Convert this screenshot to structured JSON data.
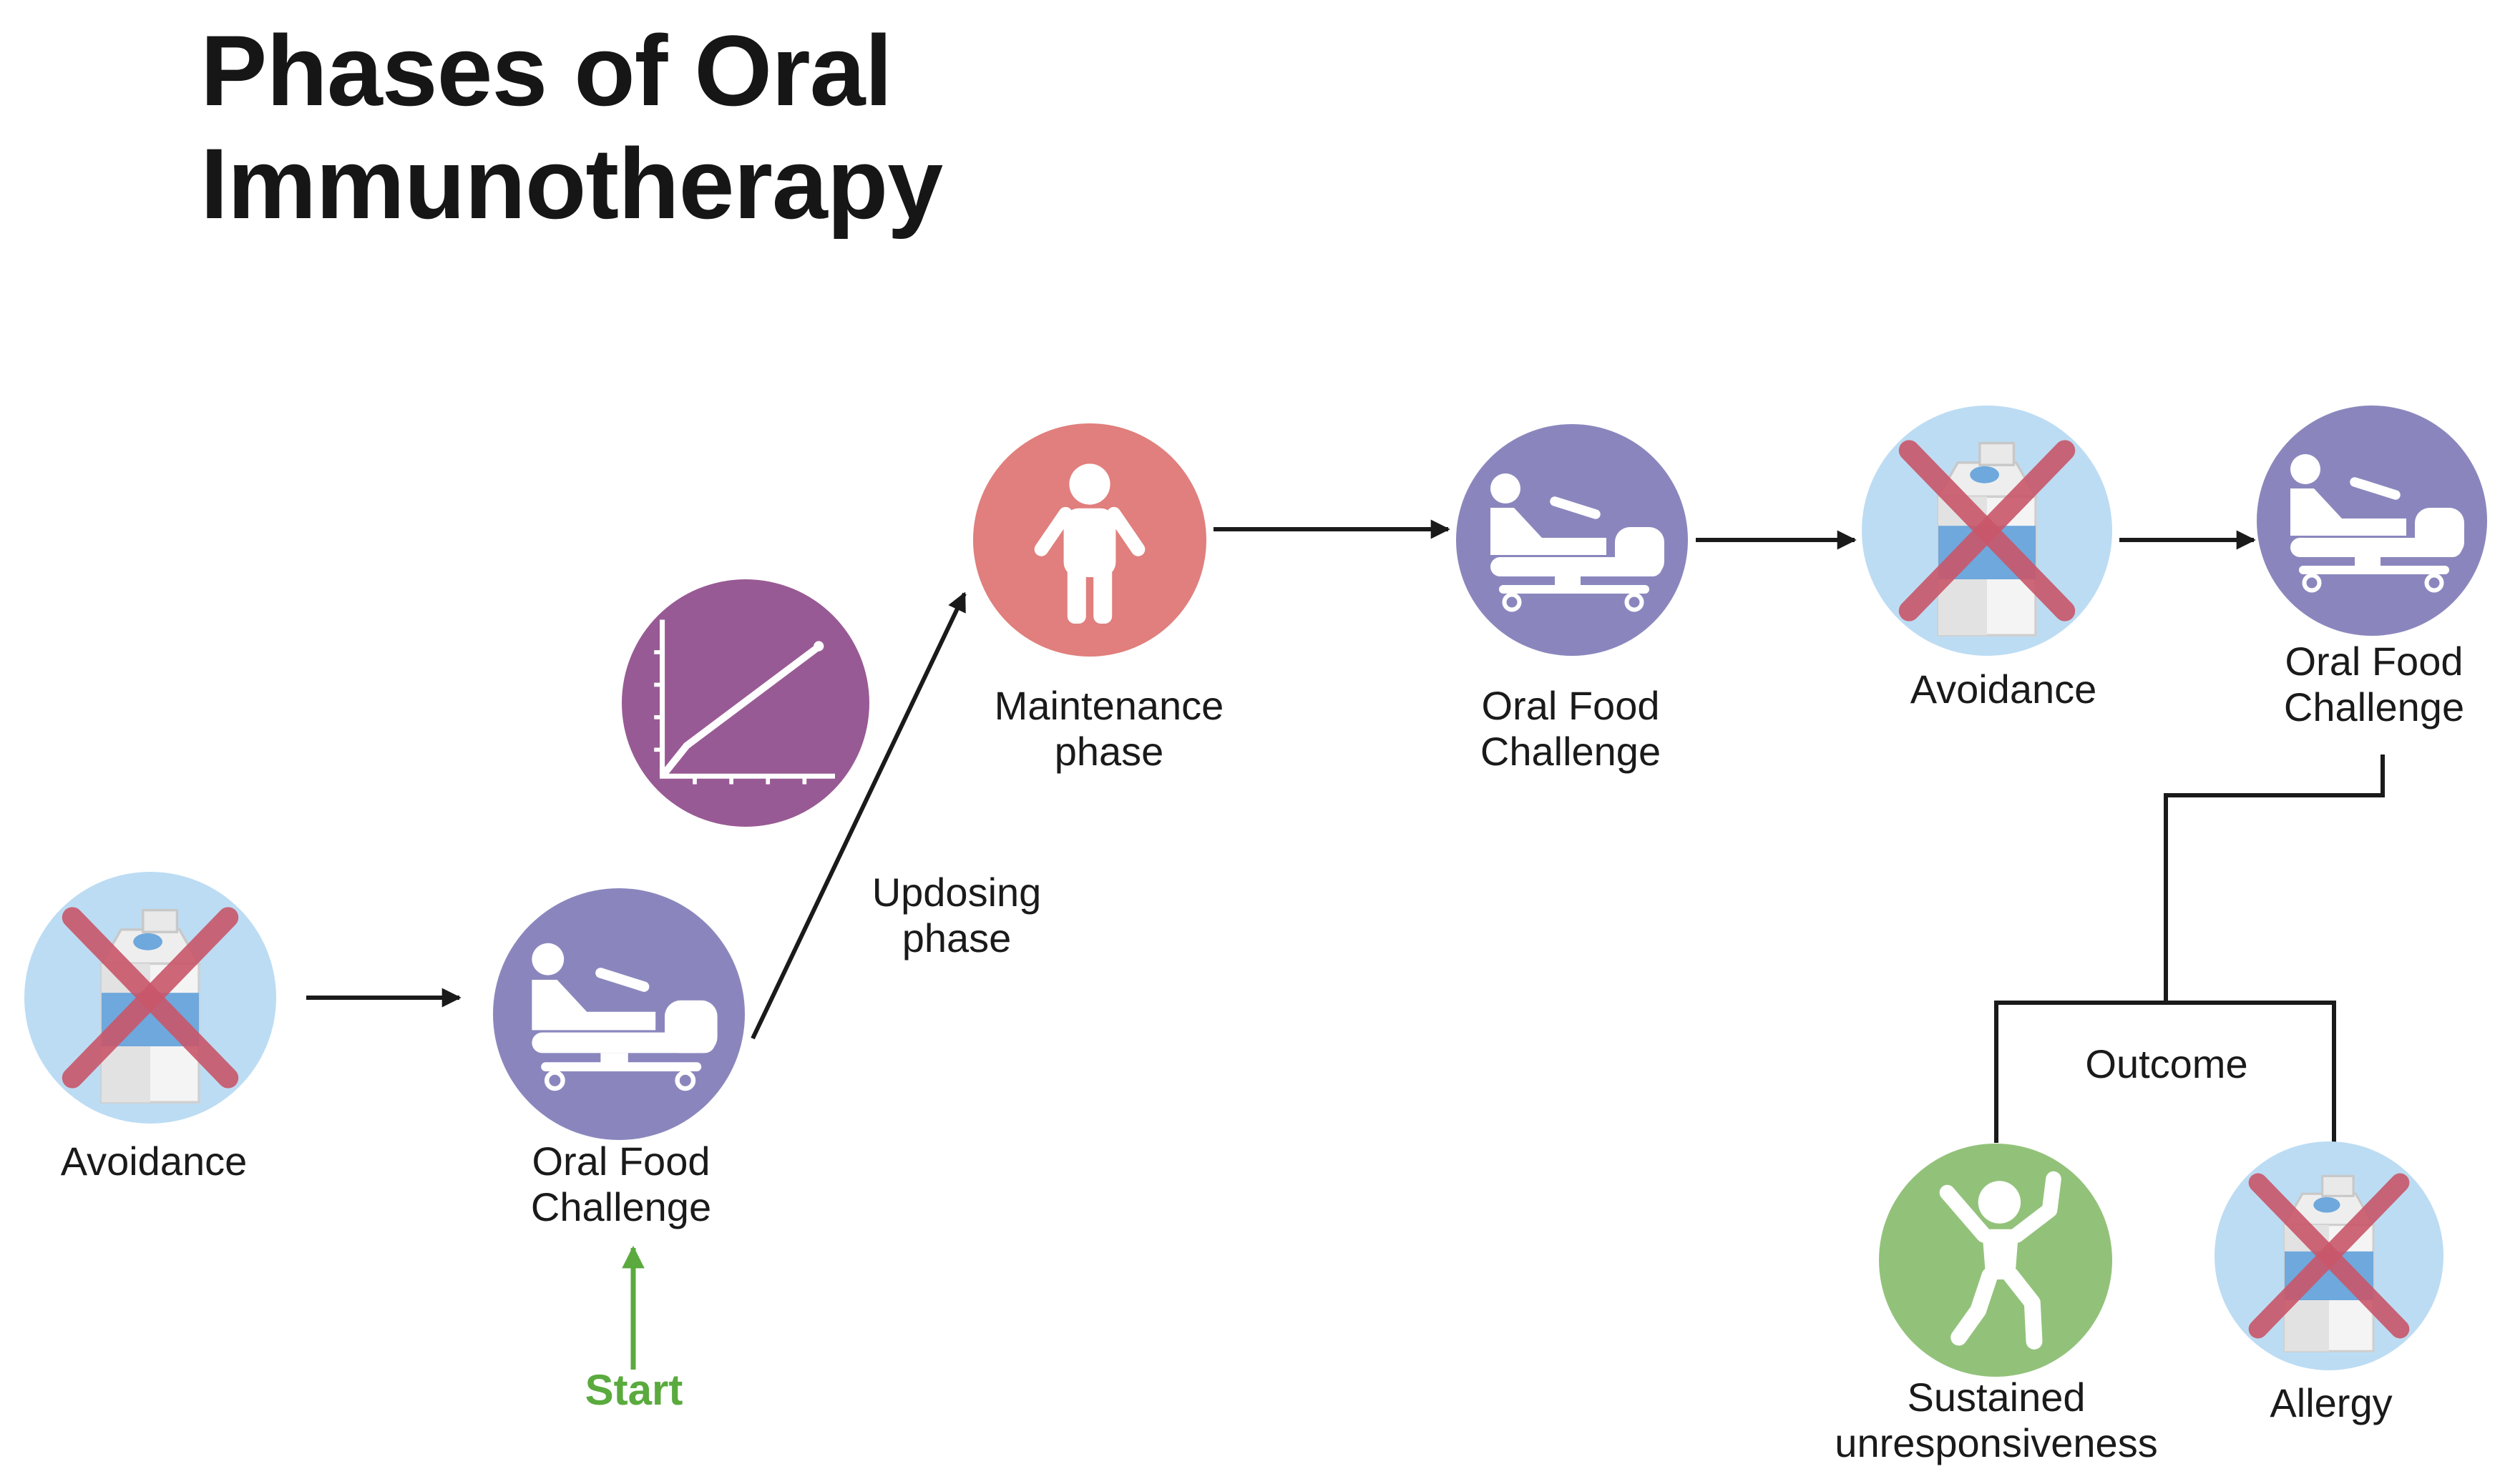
{
  "title": {
    "line1": "Phases of Oral",
    "line2": "Immunotherapy"
  },
  "colors": {
    "avoidance_circle": "#bcdcf3",
    "challenge_circle": "#8a86bd",
    "maintenance_circle": "#e07f7d",
    "updosing_circle": "#985a94",
    "sustained_circle": "#92c27a",
    "cross": "#c9576a",
    "start_arrow": "#5aaa3e",
    "line": "#1a1a1a"
  },
  "nodes": {
    "avoidance_1": {
      "line1": "Avoidance",
      "icon": "no-milk-icon"
    },
    "challenge_1": {
      "line1": "Oral Food",
      "line2": "Challenge",
      "icon": "hospital-bed-icon"
    },
    "updosing": {
      "line1": "Updosing",
      "line2": "phase",
      "icon": "line-graph-icon"
    },
    "maintenance": {
      "line1": "Maintenance",
      "line2": "phase",
      "icon": "person-icon"
    },
    "challenge_2": {
      "line1": "Oral Food",
      "line2": "Challenge",
      "icon": "hospital-bed-icon"
    },
    "avoidance_2": {
      "line1": "Avoidance",
      "icon": "no-milk-icon"
    },
    "challenge_3": {
      "line1": "Oral Food",
      "line2": "Challenge",
      "icon": "hospital-bed-icon"
    },
    "outcome": {
      "label": "Outcome"
    },
    "sustained": {
      "line1": "Sustained",
      "line2": "unresponsiveness",
      "icon": "celebrating-person-icon"
    },
    "allergy": {
      "line1": "Allergy",
      "icon": "no-milk-icon"
    }
  },
  "start": {
    "label": "Start"
  }
}
